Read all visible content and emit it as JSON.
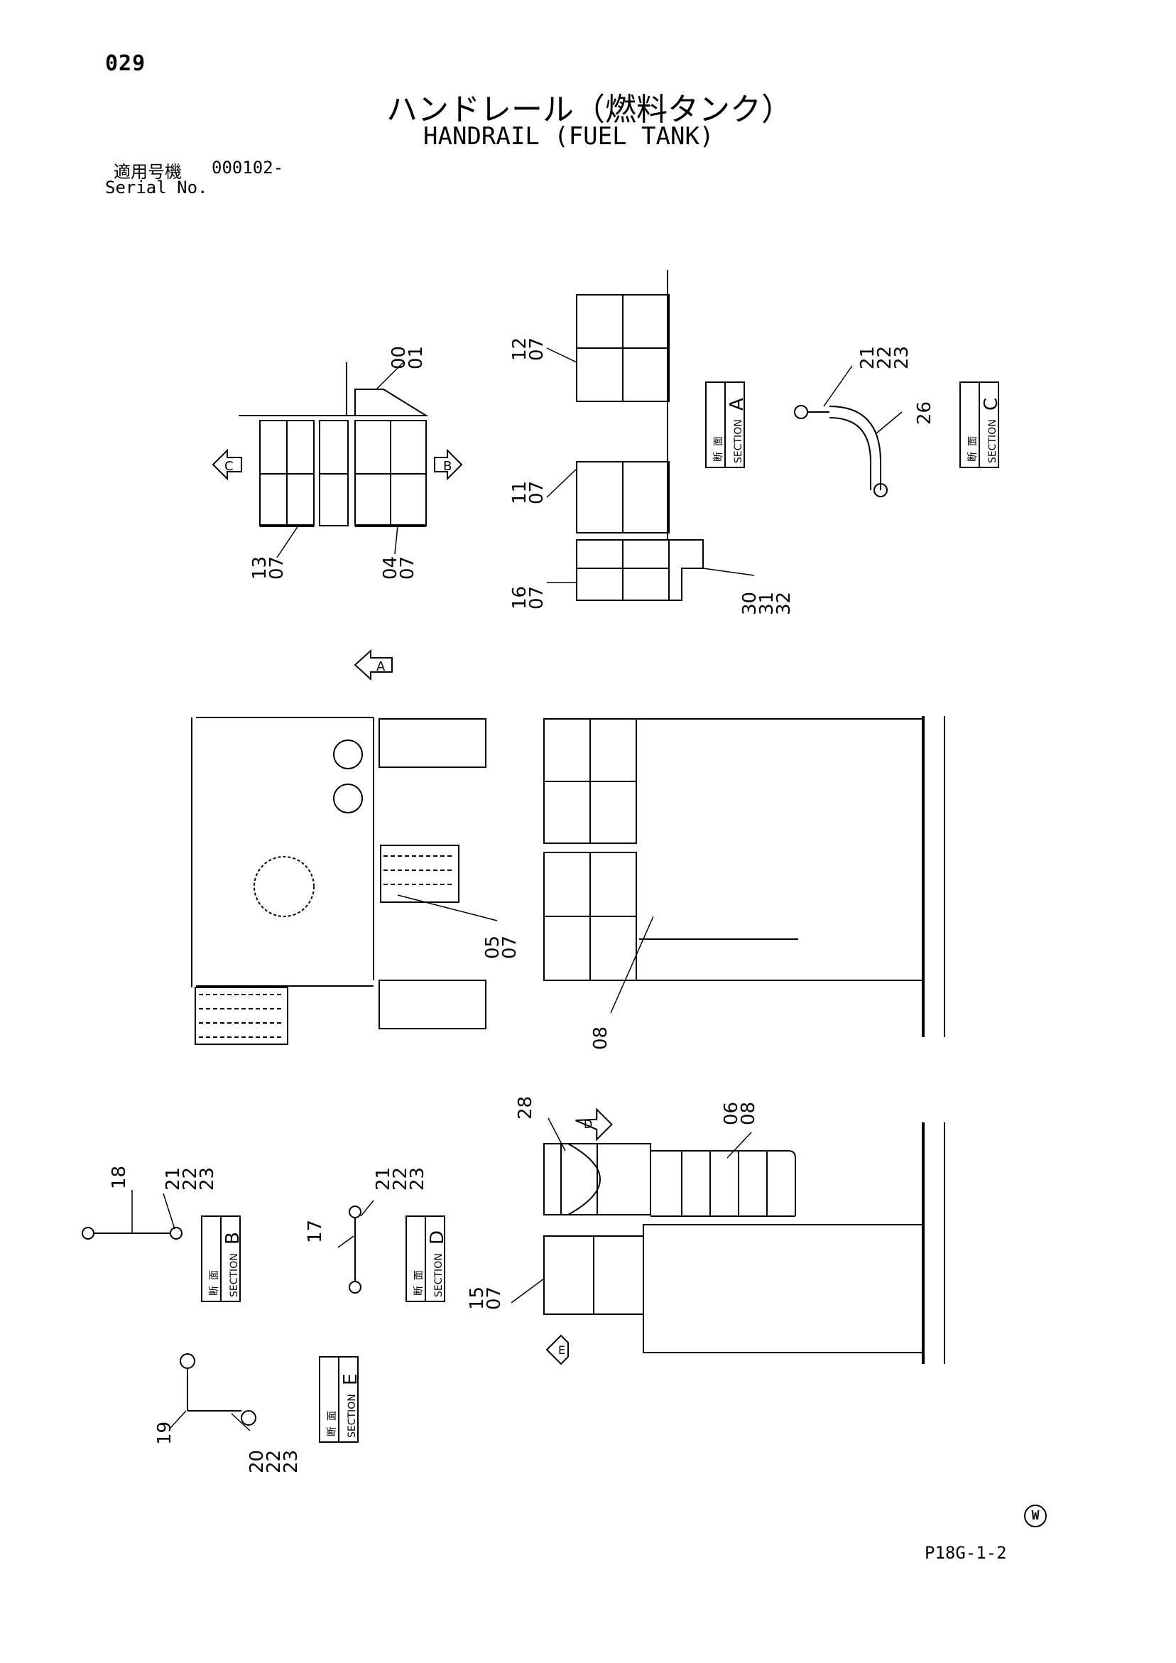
{
  "header": {
    "page_number": "029",
    "title_jp": "ハンドレール（燃料タンク）",
    "title_en": "HANDRAIL (FUEL TANK)",
    "serial_label_jp": "適用号機",
    "serial_value": "000102-",
    "serial_label_en": "Serial No."
  },
  "section_labels": {
    "section_word": "SECTION",
    "dan": "断",
    "men": "面",
    "A": "A",
    "B": "B",
    "C": "C",
    "D": "D",
    "E": "E"
  },
  "view_arrows": {
    "A": "A",
    "B": "B",
    "C": "C",
    "D": "D",
    "E": "E"
  },
  "callouts": {
    "c00_01": [
      "00",
      "01"
    ],
    "c12_07": [
      "12",
      "07"
    ],
    "c11_07": [
      "11",
      "07"
    ],
    "c16_07": [
      "16",
      "07"
    ],
    "c30_31_32": [
      "30",
      "31",
      "32"
    ],
    "c21_22_23_top": [
      "21",
      "22",
      "23"
    ],
    "c26": "26",
    "c13_07": [
      "13",
      "07"
    ],
    "c04_07": [
      "04",
      "07"
    ],
    "c05_07": [
      "05",
      "07"
    ],
    "c08": "08",
    "c28": "28",
    "c06_08": [
      "06",
      "08"
    ],
    "c15_07": [
      "15",
      "07"
    ],
    "c18": "18",
    "c21_22_23_B": [
      "21",
      "22",
      "23"
    ],
    "c17": "17",
    "c21_22_23_D": [
      "21",
      "22",
      "23"
    ],
    "c19": "19",
    "c20_22_23": [
      "20",
      "22",
      "23"
    ]
  },
  "footer": {
    "code": "P18G-1-2",
    "w_mark": "W"
  }
}
